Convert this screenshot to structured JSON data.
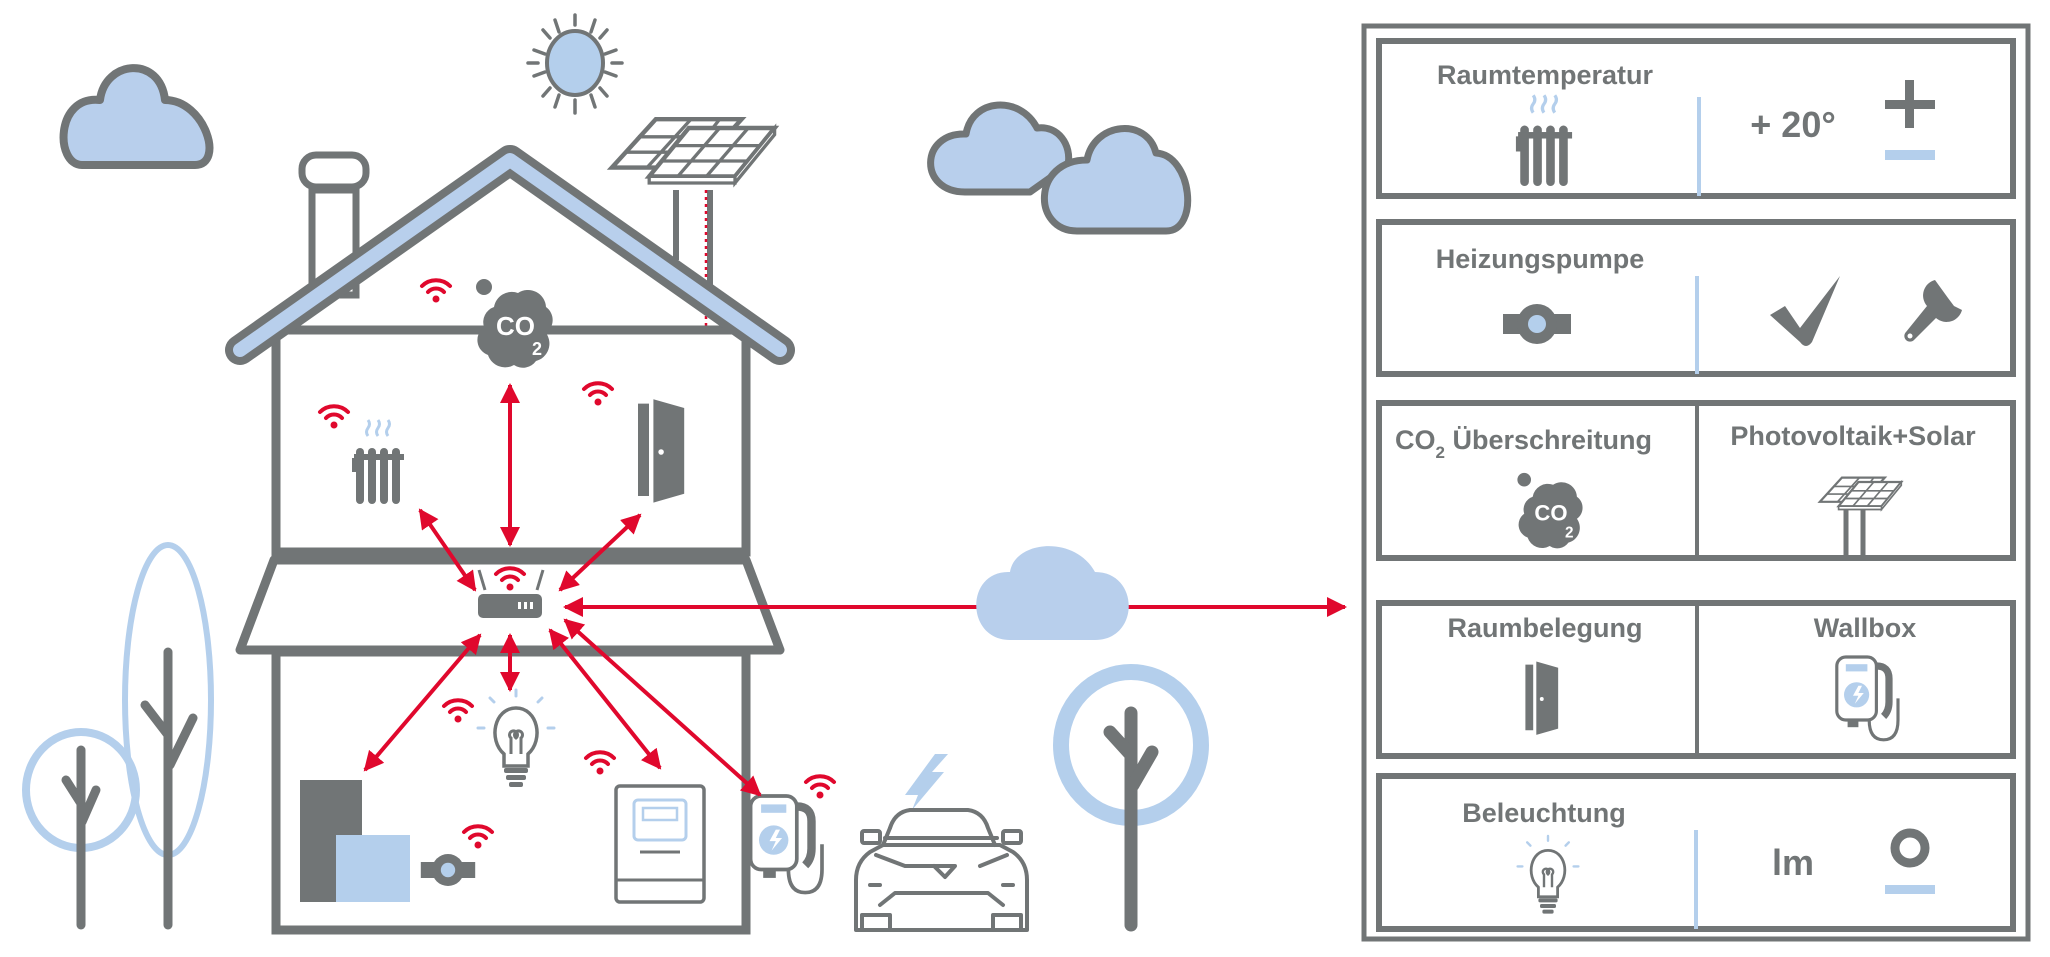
{
  "colors": {
    "gray": "#717576",
    "light_blue": "#b4cfec",
    "red": "#e0082d",
    "white": "#ffffff"
  },
  "scene": {
    "description": "Smart home diagram: house with connected sensors linked to a router, cloud connection to a control panel",
    "devices": [
      {
        "id": "co2-sensor",
        "icon": "co2-cloud-icon",
        "label_text": "CO2"
      },
      {
        "id": "radiator",
        "icon": "radiator-icon"
      },
      {
        "id": "door",
        "icon": "door-icon"
      },
      {
        "id": "router",
        "icon": "router-icon"
      },
      {
        "id": "lightbulb",
        "icon": "lightbulb-icon"
      },
      {
        "id": "boiler",
        "icon": "boiler-icon"
      },
      {
        "id": "pump",
        "icon": "pump-icon"
      },
      {
        "id": "electric-meter",
        "icon": "meter-icon"
      },
      {
        "id": "wallbox",
        "icon": "wallbox-icon"
      },
      {
        "id": "car",
        "icon": "electric-car-icon"
      },
      {
        "id": "solar-panel",
        "icon": "solar-panel-icon"
      }
    ],
    "co2_text": "CO",
    "co2_sub": "2"
  },
  "panel": {
    "rows": [
      {
        "type": "split-control",
        "title": "Raumtemperatur",
        "icon": "radiator-icon",
        "value": "+ 20°",
        "controls": [
          "plus-button",
          "minus-button"
        ]
      },
      {
        "type": "split-control",
        "title": "Heizungspumpe",
        "icon": "pump-icon",
        "controls": [
          "check-icon",
          "wrench-icon"
        ]
      },
      {
        "type": "two-cells",
        "cells": [
          {
            "title_main": "CO",
            "title_sub": "2",
            "title_rest": " Überschreitung",
            "icon": "co2-cloud-icon"
          },
          {
            "title": "Photovoltaik+Solar",
            "icon": "solar-panel-icon"
          }
        ]
      },
      {
        "type": "two-cells",
        "cells": [
          {
            "title": "Raumbelegung",
            "icon": "door-icon"
          },
          {
            "title": "Wallbox",
            "icon": "wallbox-icon"
          }
        ]
      },
      {
        "type": "split-control",
        "title": "Beleuchtung",
        "icon": "lightbulb-icon",
        "value": "lm",
        "controls": [
          "dimmer-knob",
          "minus-button"
        ]
      }
    ]
  }
}
